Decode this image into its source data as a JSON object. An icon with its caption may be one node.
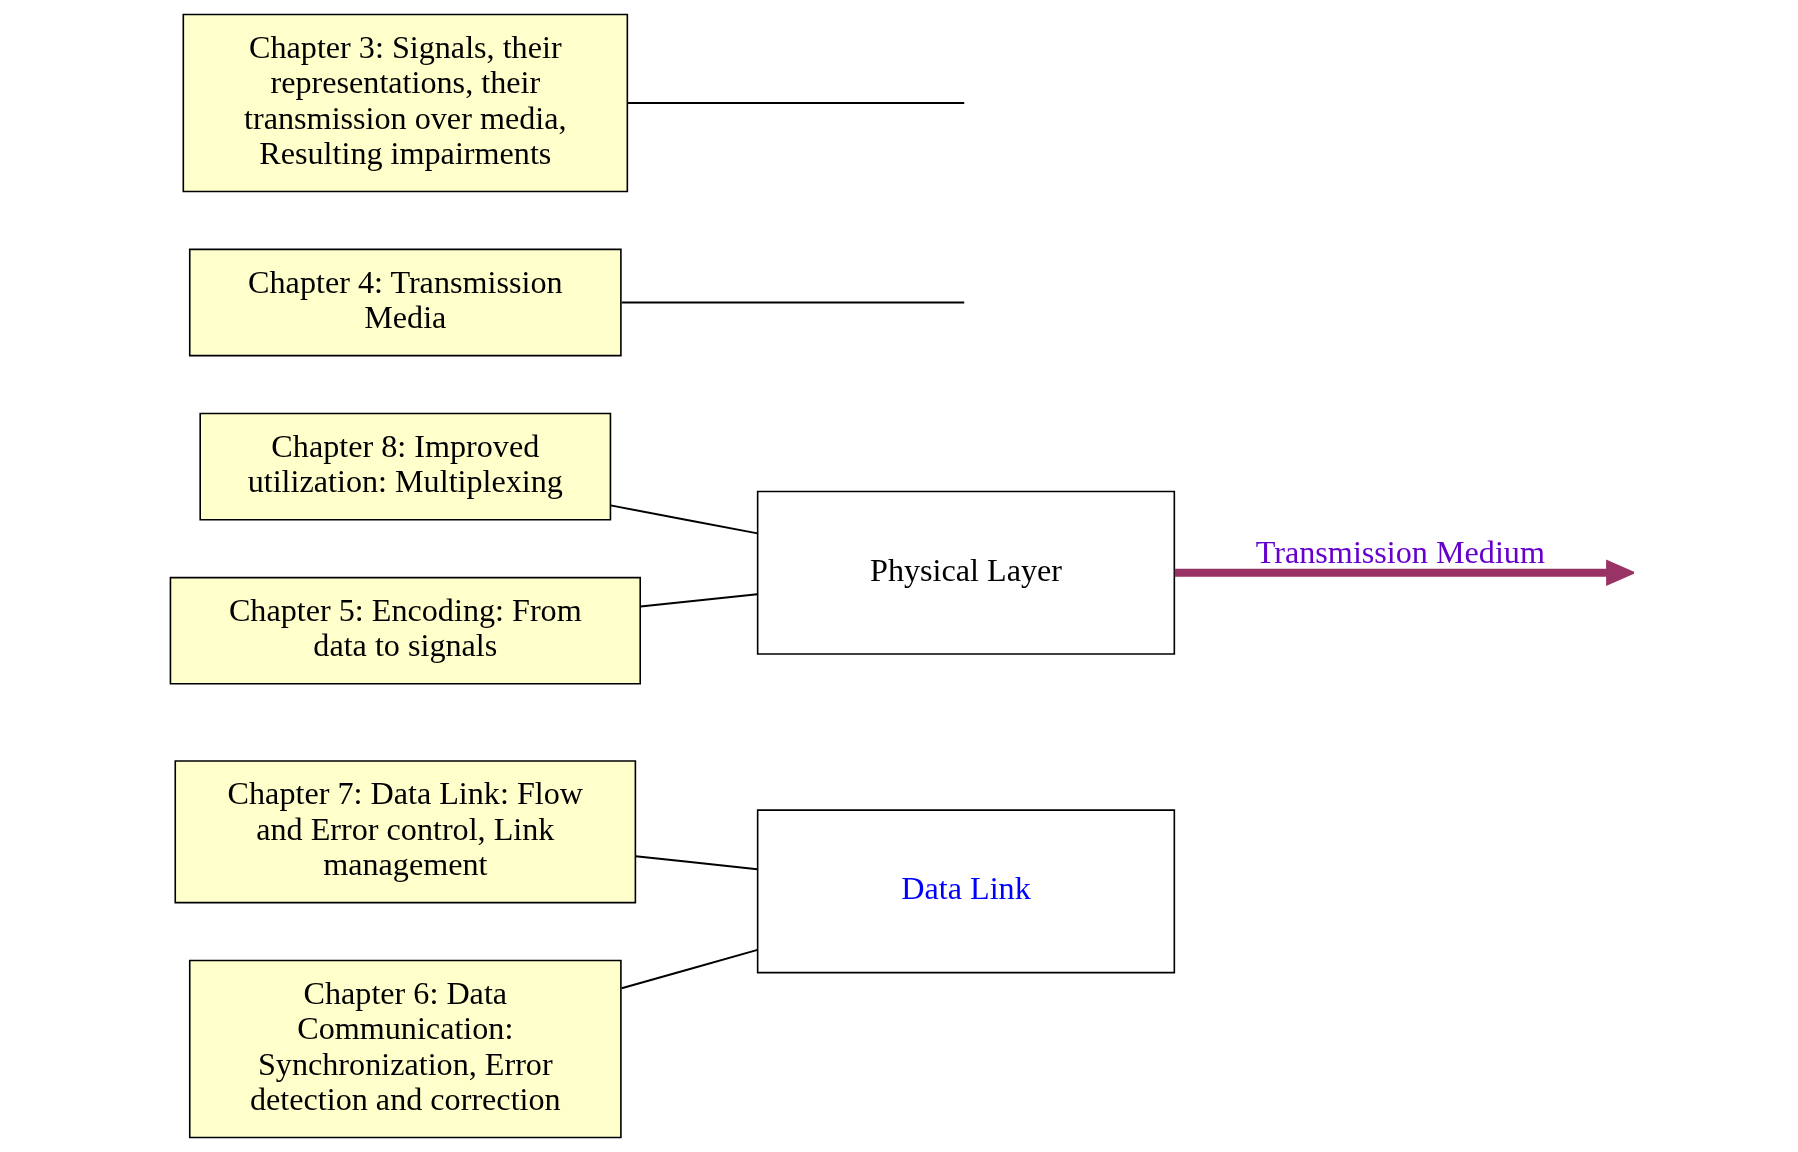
{
  "diagram": {
    "nodes": [
      {
        "text": [
          "Chapter 7: Data Link: Flow and Error control, Link management"
        ]
      },
      {
        "text": [
          "Data Link"
        ]
      },
      {
        "text": [
          "Chapter 8: Improved utilization: Multiplexing"
        ]
      },
      {
        "text": [
          "Chapter 6: Data Communication: Synchronization, Error detection and correction"
        ]
      },
      {
        "text": [
          "Physical Layer"
        ]
      },
      {
        "text": [
          "Chapter 4: Transmission Media"
        ]
      },
      {
        "text": [
          "Chapter 5: Encoding: From data to signals"
        ]
      },
      {
        "text": [
          "Chapter 3: Signals, their representations, their transmission over media, Resulting impairments"
        ]
      }
    ],
    "edges": [
      {
        "from": 0,
        "to": 1,
        "arrow": "none"
      },
      {
        "from": 3,
        "to": 1,
        "arrow": "none"
      },
      {
        "from": 2,
        "to": 4,
        "arrow": "none"
      },
      {
        "from": 6,
        "to": 4,
        "arrow": "none"
      },
      {
        "from": 4,
        "to": null,
        "arrow": "to",
        "label": "Transmission Medium",
        "style": "thick",
        "color": "#993366"
      },
      {
        "from": 5,
        "to": null,
        "arrow": "none"
      },
      {
        "from": 7,
        "to": null,
        "arrow": "none"
      }
    ]
  }
}
